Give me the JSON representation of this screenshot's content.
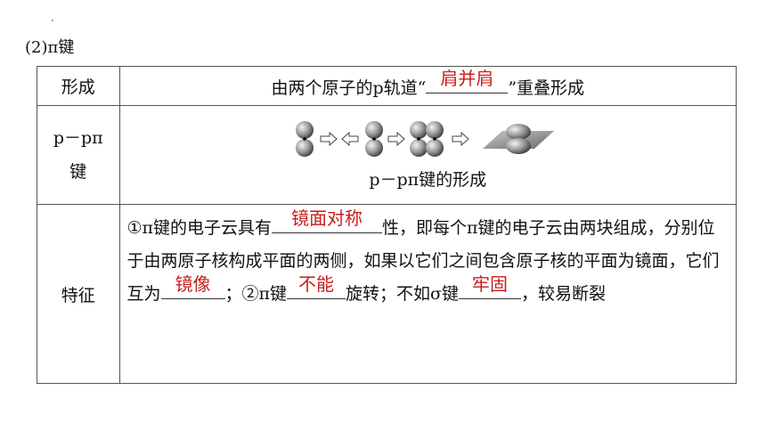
{
  "heading": "(2)π键",
  "rows": {
    "formation": {
      "label": "形成",
      "text_before": "由两个原子的p轨道“",
      "answer": "肩并肩",
      "text_after": "”重叠形成"
    },
    "pp_bond": {
      "label_line1": "p－pπ",
      "label_line2": "键",
      "caption": "p－pπ键的形成"
    },
    "feature": {
      "label": "特征",
      "seg1": "①π键的电子云具有",
      "answer1": "镜面对称",
      "seg2": "性，即每个π键的电子云由两块组成，分别位于由两原子核构成平面的两侧，如果以它们之间包含原子核的平面为镜面，它们互为",
      "answer2": "镜像",
      "seg3": "；②π键",
      "answer3": "不能",
      "seg4": "旋转；不如σ键",
      "answer4": "牢固",
      "seg5": "，较易断裂"
    }
  },
  "colors": {
    "answer": "#c81e1e",
    "border": "#555555"
  },
  "icons": [
    "p-orbital-icon",
    "arrow-right-icon",
    "arrow-left-icon",
    "pi-overlap-icon"
  ]
}
